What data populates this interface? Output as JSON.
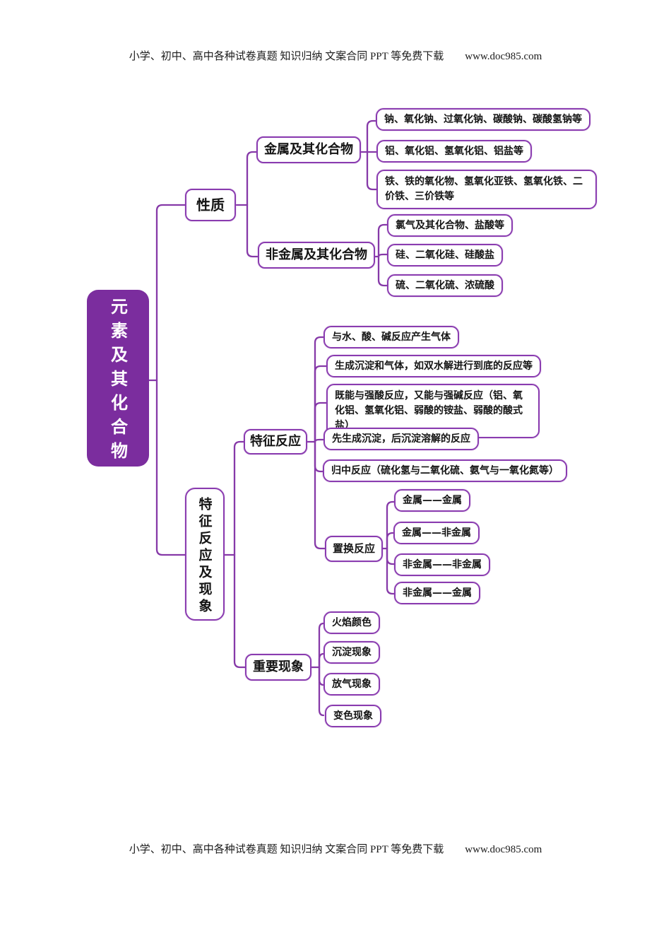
{
  "watermark": {
    "text": "小学、初中、高中各种试卷真题  知识归纳  文案合同  PPT 等免费下载",
    "url": "www.doc985.com"
  },
  "colors": {
    "accent_border": "#8a3cb0",
    "connector": "#8639a8",
    "root_fill": "#7b2d9e",
    "root_text": "#ffffff"
  },
  "mindmap": {
    "root": "元素及其化合物",
    "properties": {
      "label": "性质",
      "metal": {
        "label": "金属及其化合物",
        "items": [
          "钠、氧化钠、过氧化钠、碳酸钠、碳酸氢钠等",
          "铝、氧化铝、氢氧化铝、铝盐等",
          "铁、铁的氧化物、氢氧化亚铁、氢氧化铁、二价铁、三价铁等"
        ]
      },
      "nonmetal": {
        "label": "非金属及其化合物",
        "items": [
          "氯气及其化合物、盐酸等",
          "硅、二氧化硅、硅酸盐",
          "硫、二氧化硫、浓硫酸"
        ]
      }
    },
    "features": {
      "label": "特征反应及现象",
      "reactions": {
        "label": "特征反应",
        "items": [
          "与水、酸、碱反应产生气体",
          "生成沉淀和气体，如双水解进行到底的反应等",
          "既能与强酸反应，又能与强碱反应（铝、氧化铝、氢氧化铝、弱酸的铵盐、弱酸的酸式盐）",
          "先生成沉淀，后沉淀溶解的反应",
          "归中反应（硫化氢与二氧化硫、氨气与一氧化氮等）"
        ],
        "displacement": {
          "label": "置换反应",
          "items": [
            "金属——金属",
            "金属——非金属",
            "非金属——非金属",
            "非金属——金属"
          ]
        }
      },
      "phenomena": {
        "label": "重要现象",
        "items": [
          "火焰颜色",
          "沉淀现象",
          "放气现象",
          "变色现象"
        ]
      }
    }
  }
}
